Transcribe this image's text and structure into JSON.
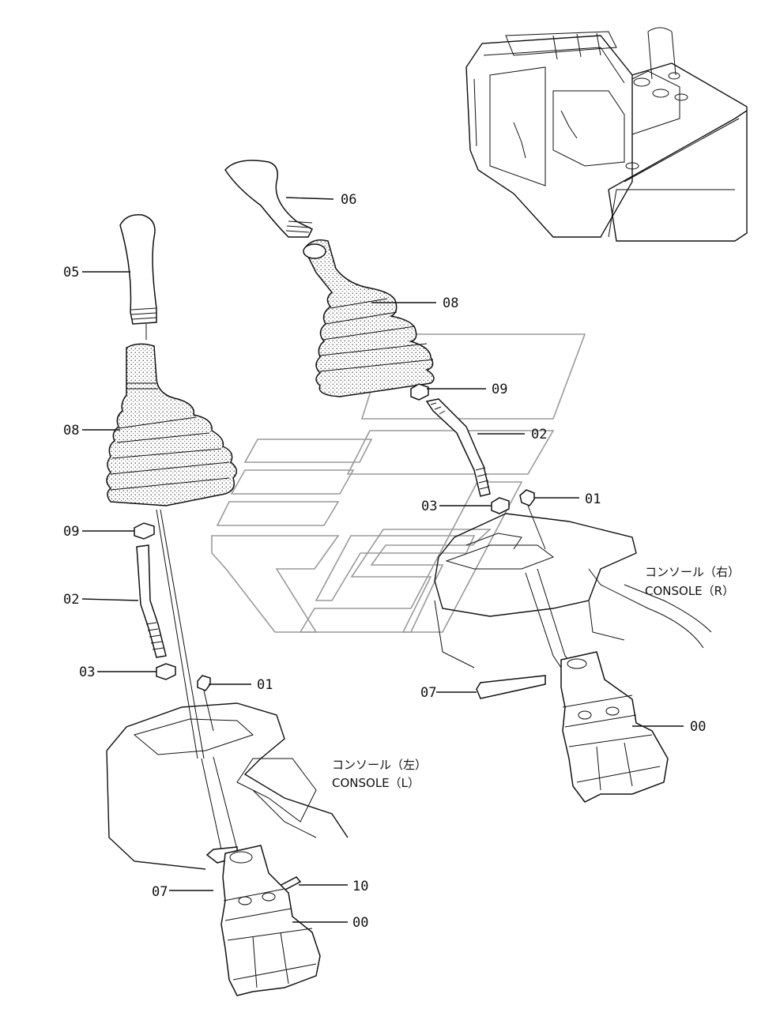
{
  "labels": {
    "l05": "05",
    "l06": "06",
    "l08_right": "08",
    "l08_left": "08",
    "l09_right": "09",
    "l09_left": "09",
    "l02_right": "02",
    "l02_left": "02",
    "l03_right": "03",
    "l03_left": "03",
    "l01_right": "01",
    "l01_left": "01",
    "l07_right": "07",
    "l07_left": "07",
    "l00_right": "00",
    "l00_left": "00",
    "l10": "10"
  },
  "console_right": {
    "jp": "コンソール（右）",
    "en": "CONSOLE（R）"
  },
  "console_left": {
    "jp": "コンソール（左）",
    "en": "CONSOLE（L）"
  },
  "colors": {
    "ink": "#111111",
    "watermark": "#9a9a9a",
    "paper": "#ffffff"
  }
}
